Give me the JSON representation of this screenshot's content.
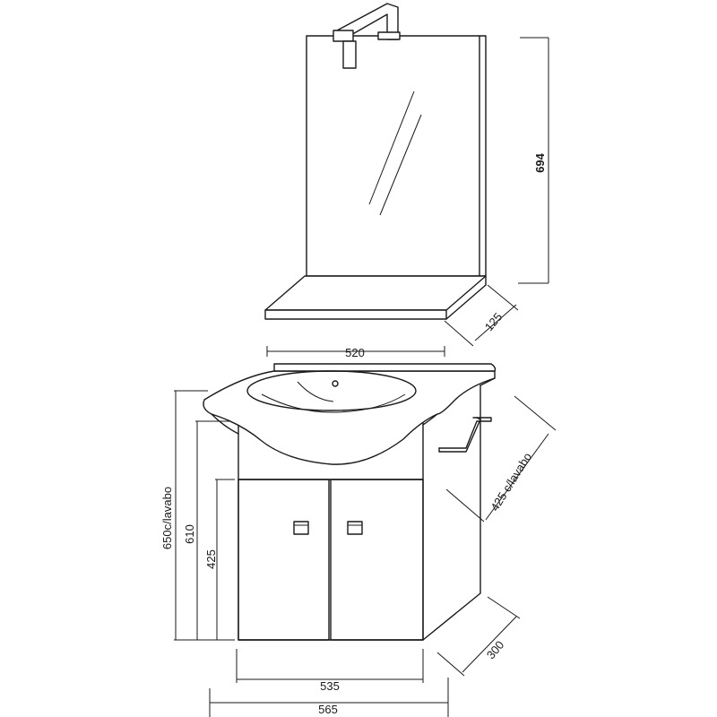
{
  "dimensions": {
    "mirror_height": "694",
    "shelf_depth": "125",
    "basin_width": "520",
    "total_height_with_basin": "650c/lavabo",
    "cabinet_height": "610",
    "door_height": "425",
    "depth_with_basin": "425 c/lavabo",
    "cabinet_depth": "300",
    "cabinet_width": "535",
    "overall_width": "565"
  }
}
